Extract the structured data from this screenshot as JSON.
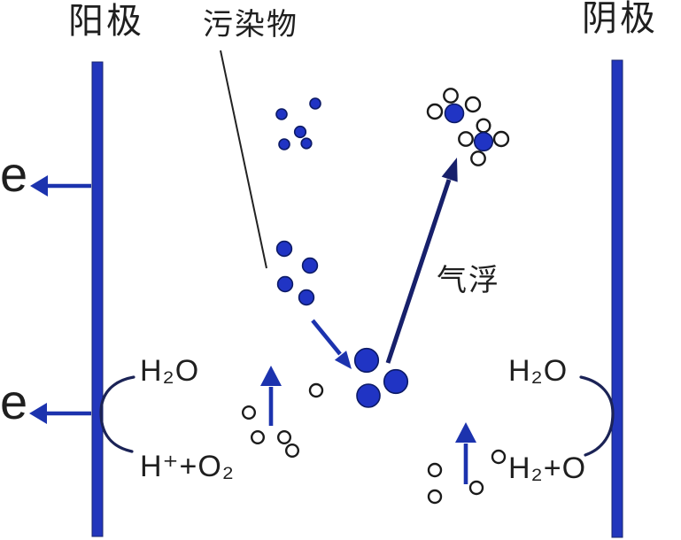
{
  "labels": {
    "anode": "阳极",
    "cathode": "阴极",
    "pollutant": "污染物",
    "flotation": "气浮",
    "electron_top": "e",
    "electron_bottom": "e"
  },
  "reactions": {
    "anode": {
      "reactant": "H₂O",
      "products": "H⁺+O₂"
    },
    "cathode": {
      "reactant": "H₂O",
      "products": "H₂+O"
    }
  },
  "colors": {
    "electrode": "#2236bc",
    "particle": "#2034c4",
    "particle_rim": "#0c1a66",
    "arrow": "#1c33ae",
    "flotation_arrow": "#17206b",
    "bubble_stroke": "#1a1a1a",
    "pointer_line": "#222222",
    "curve": "#1b2356",
    "text": "#1f1f1f",
    "background": "#ffffff"
  }
}
